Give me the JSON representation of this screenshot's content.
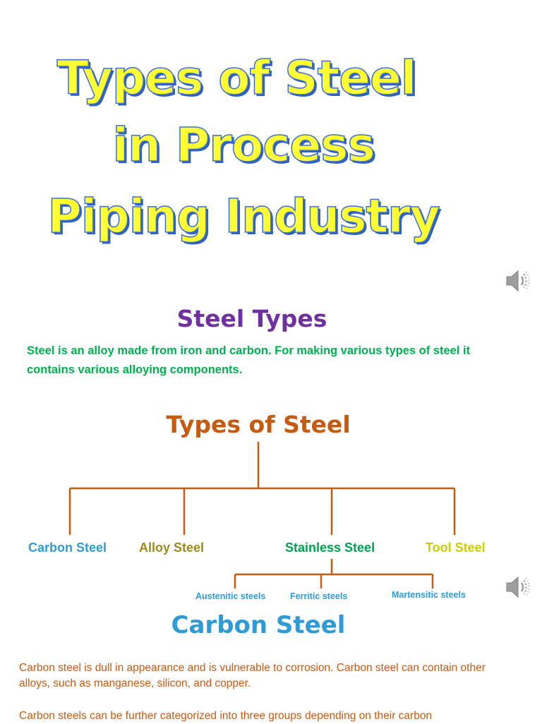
{
  "title_slide": {
    "lines": [
      "Types of Steel",
      "in Process",
      "Piping Industry"
    ]
  },
  "steel_types_slide": {
    "heading": "Steel Types",
    "description": "Steel is an alloy made from iron and carbon. For making various types of steel it contains  various alloying components."
  },
  "diagram": {
    "root": "Types of Steel",
    "children": [
      "Carbon Steel",
      "Alloy Steel",
      "Stainless Steel",
      "Tool Steel"
    ],
    "stainless_children": [
      "Austenitic steels",
      "Ferritic steels",
      "Martensitic steels"
    ]
  },
  "carbon_slide": {
    "heading": "Carbon Steel",
    "paragraph_1": "Carbon steel is dull  in appearance and is vulnerable to corrosion. Carbon steel can contain other alloys, such as manganese, silicon, and copper.",
    "paragraph_2": "Carbon steels can be further categorized into three groups depending on their carbon"
  },
  "icons": [
    "speaker-icon",
    "speaker-icon"
  ],
  "colors": {
    "title_fill": "#ffff33",
    "title_outline": "#3b6fd1",
    "purple": "#7030a0",
    "green": "#00b050",
    "orange": "#c55a11",
    "blue": "#2e9bd6"
  }
}
